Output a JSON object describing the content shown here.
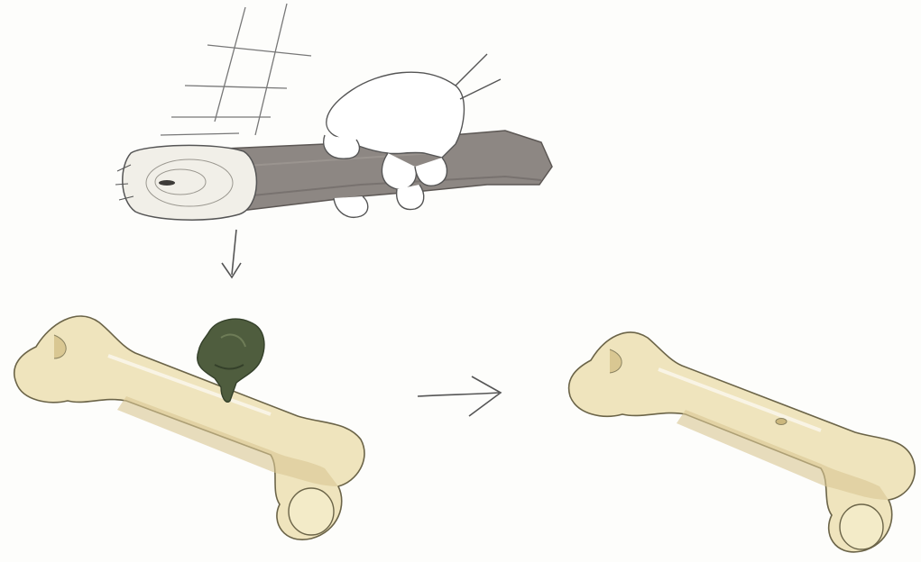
{
  "illustration": {
    "panels": [
      {
        "id": "strike",
        "depicts": "hand-holding-wooden-club"
      },
      {
        "id": "bone-with-stone",
        "depicts": "bone-with-stone-resting-on-shaft"
      },
      {
        "id": "bone-after",
        "depicts": "bone-with-small-hole"
      }
    ],
    "colors": {
      "bone_fill": "#efe4bd",
      "bone_shadow": "#d9c792",
      "bone_outline": "#6b6448",
      "club_bark": "#8d8783",
      "club_bark_dark": "#6f6a66",
      "club_end": "#f1efe8",
      "stone": "#4f5d3e",
      "stone_dark": "#34402a",
      "hand_fill": "#ffffff",
      "line": "#555555"
    }
  }
}
